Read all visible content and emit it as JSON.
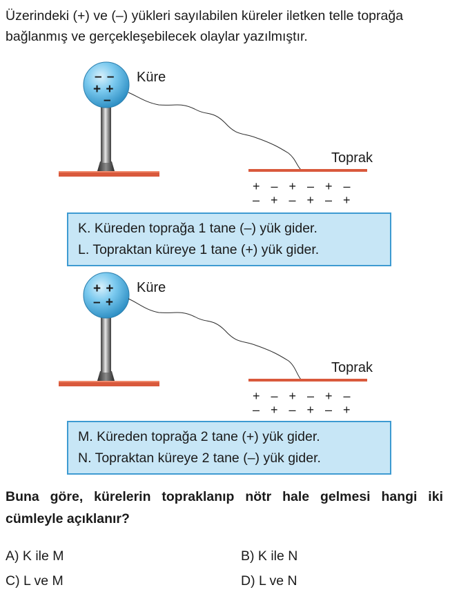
{
  "intro_text": "Üzerindeki (+) ve (–) yükleri sayılabilen küreler iletken telle toprağa bağlanmış ve gerçekleşebilecek olaylar yazılmıştır.",
  "colors": {
    "sphere": "#57b7e6",
    "box_fill": "#c7e6f6",
    "box_border": "#3d9ad1",
    "ground": "#d9593c"
  },
  "scenes": [
    {
      "sphere_label": "Küre",
      "ground_label": "Toprak",
      "sphere_charges": {
        "top": "– –",
        "middle": "+ +",
        "bottom": "–"
      },
      "ground_rows": [
        "+ – + – + –",
        "– + – + – +"
      ],
      "statements": [
        "K. Küreden toprağa 1 tane (–) yük gider.",
        "L. Topraktan küreye 1 tane (+) yük gider."
      ]
    },
    {
      "sphere_label": "Küre",
      "ground_label": "Toprak",
      "sphere_charges": {
        "top": "+ +",
        "middle": "– +",
        "bottom": ""
      },
      "ground_rows": [
        "+ – + – + –",
        "– + – + – +"
      ],
      "statements": [
        "M. Küreden toprağa 2 tane (+) yük gider.",
        "N. Topraktan küreye 2 tane (–) yük gider."
      ]
    }
  ],
  "question": "Buna göre, kürelerin topraklanıp nötr hale gelmesi hangi iki cümleyle açıklanır?",
  "options": {
    "a": "A) K ile M",
    "b": "B) K ile N",
    "c": "C) L ve M",
    "d": "D) L ve N"
  }
}
